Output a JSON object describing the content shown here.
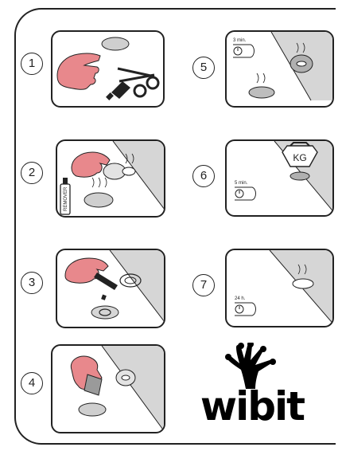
{
  "steps": [
    {
      "number": "1"
    },
    {
      "number": "2",
      "bottle_label": "REMOVER"
    },
    {
      "number": "3"
    },
    {
      "number": "4"
    },
    {
      "number": "5",
      "time_label": "3 min."
    },
    {
      "number": "6",
      "time_label": "5 min.",
      "weight_label": "KG"
    },
    {
      "number": "7",
      "time_label": "24 h."
    }
  ],
  "logo": {
    "text": "wibit"
  },
  "colors": {
    "skin": "#e8888c",
    "grey_patch": "#cfcfcf",
    "grey_surface": "#d6d6d6",
    "line": "#222222"
  }
}
